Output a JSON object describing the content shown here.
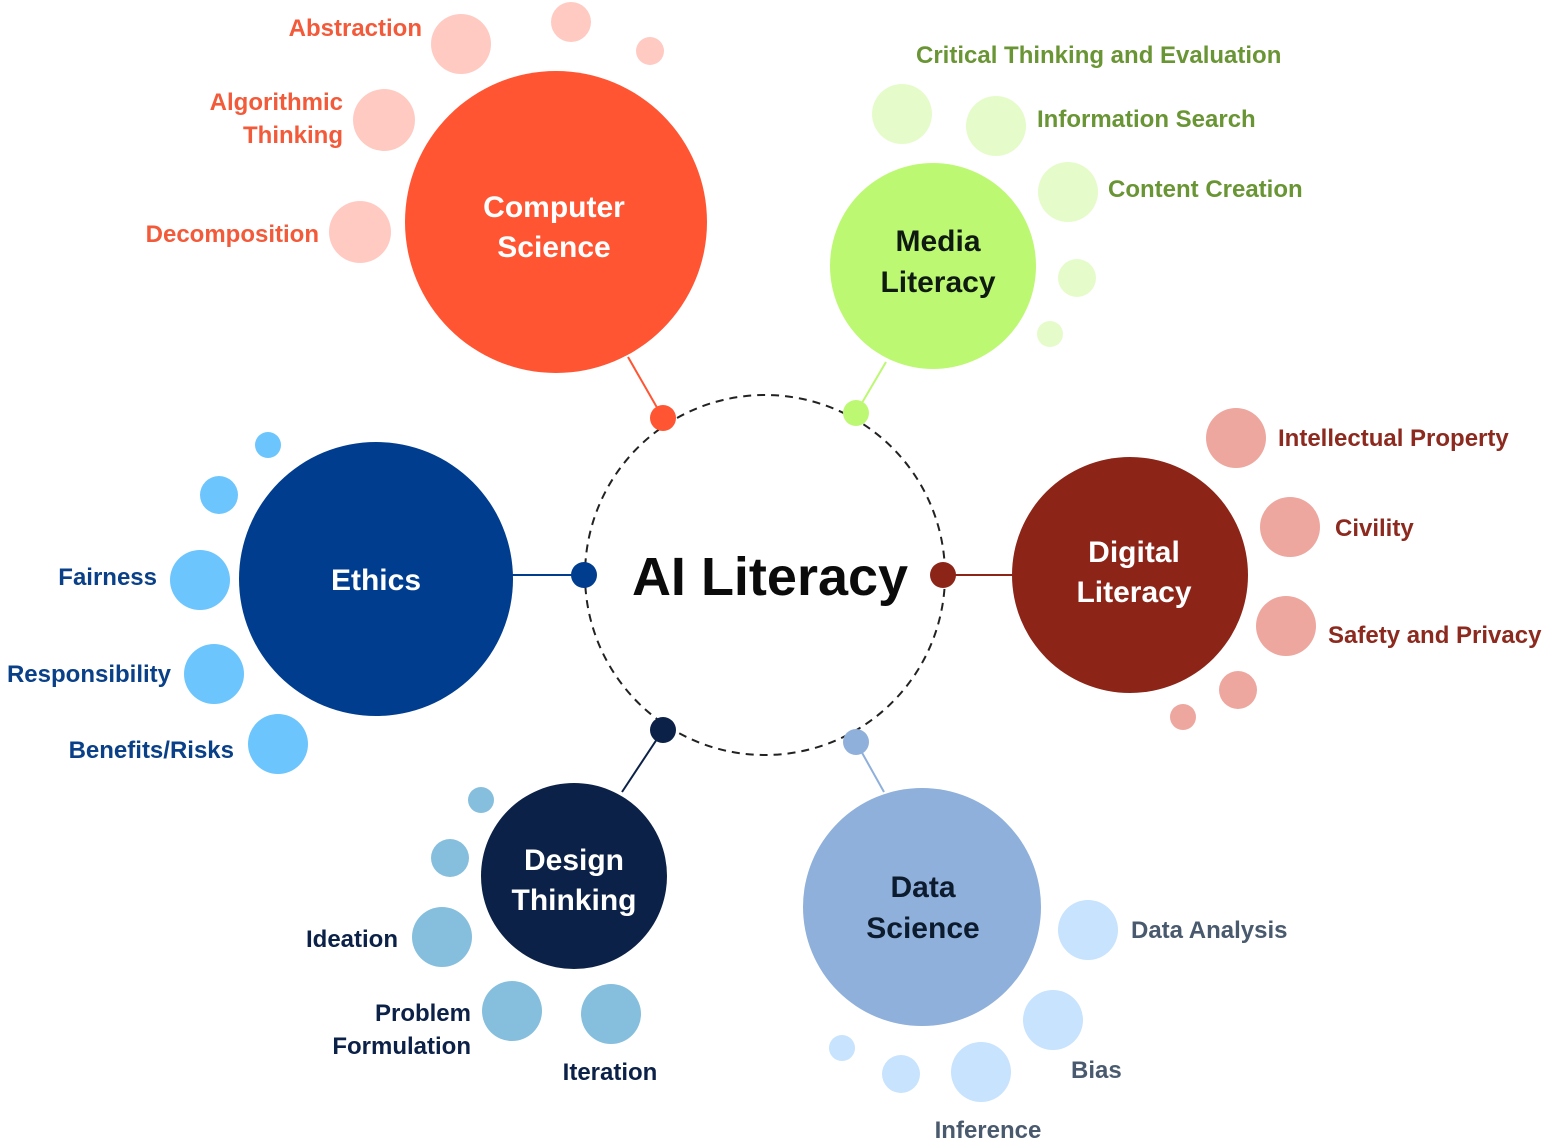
{
  "title": "AI Literacy",
  "colors": {
    "background": "#ffffff",
    "ring": "#222222",
    "center_text": "#0b0b0b"
  },
  "clusters": [
    {
      "id": "computer-science",
      "label_lines": [
        "Computer",
        "Science"
      ],
      "color": "#ff5533",
      "text_color": "#ffffff",
      "bubble_color": "#ffcac2",
      "sub_text_color": "#f25a3a",
      "subtopics": [
        {
          "lines": [
            "Abstraction"
          ]
        },
        {
          "lines": [
            "Algorithmic",
            "Thinking"
          ]
        },
        {
          "lines": [
            "Decomposition"
          ]
        }
      ]
    },
    {
      "id": "media-literacy",
      "label_lines": [
        "Media",
        "Literacy"
      ],
      "color": "#bdf873",
      "text_color": "#0f1a10",
      "bubble_color": "#e5fcca",
      "sub_text_color": "#6a9535",
      "subtopics": [
        {
          "lines": [
            "Critical Thinking and Evaluation"
          ]
        },
        {
          "lines": [
            "Information Search"
          ]
        },
        {
          "lines": [
            "Content Creation"
          ]
        }
      ]
    },
    {
      "id": "digital-literacy",
      "label_lines": [
        "Digital",
        "Literacy"
      ],
      "color": "#8c2518",
      "text_color": "#ffffff",
      "bubble_color": "#eda79f",
      "sub_text_color": "#8c2a1f",
      "subtopics": [
        {
          "lines": [
            "Intellectual Property"
          ]
        },
        {
          "lines": [
            "Civility"
          ]
        },
        {
          "lines": [
            "Safety and Privacy"
          ]
        }
      ]
    },
    {
      "id": "data-science",
      "label_lines": [
        "Data",
        "Science"
      ],
      "color": "#8fb0db",
      "text_color": "#0d1b2e",
      "bubble_color": "#c7e3fd",
      "sub_text_color": "#4a5a6e",
      "subtopics": [
        {
          "lines": [
            "Data Analysis"
          ]
        },
        {
          "lines": [
            "Bias"
          ]
        },
        {
          "lines": [
            "Inference"
          ]
        }
      ]
    },
    {
      "id": "design-thinking",
      "label_lines": [
        "Design",
        "Thinking"
      ],
      "color": "#0c2148",
      "text_color": "#ffffff",
      "bubble_color": "#86bfdd",
      "sub_text_color": "#0c2148",
      "subtopics": [
        {
          "lines": [
            "Ideation"
          ]
        },
        {
          "lines": [
            "Problem",
            "Formulation"
          ]
        },
        {
          "lines": [
            "Iteration"
          ]
        }
      ]
    },
    {
      "id": "ethics",
      "label_lines": [
        "Ethics"
      ],
      "color": "#003d8f",
      "text_color": "#ffffff",
      "bubble_color": "#6cc5fd",
      "sub_text_color": "#0a4088",
      "subtopics": [
        {
          "lines": [
            "Fairness"
          ]
        },
        {
          "lines": [
            "Responsibility"
          ]
        },
        {
          "lines": [
            "Benefits/Risks"
          ]
        }
      ]
    }
  ]
}
